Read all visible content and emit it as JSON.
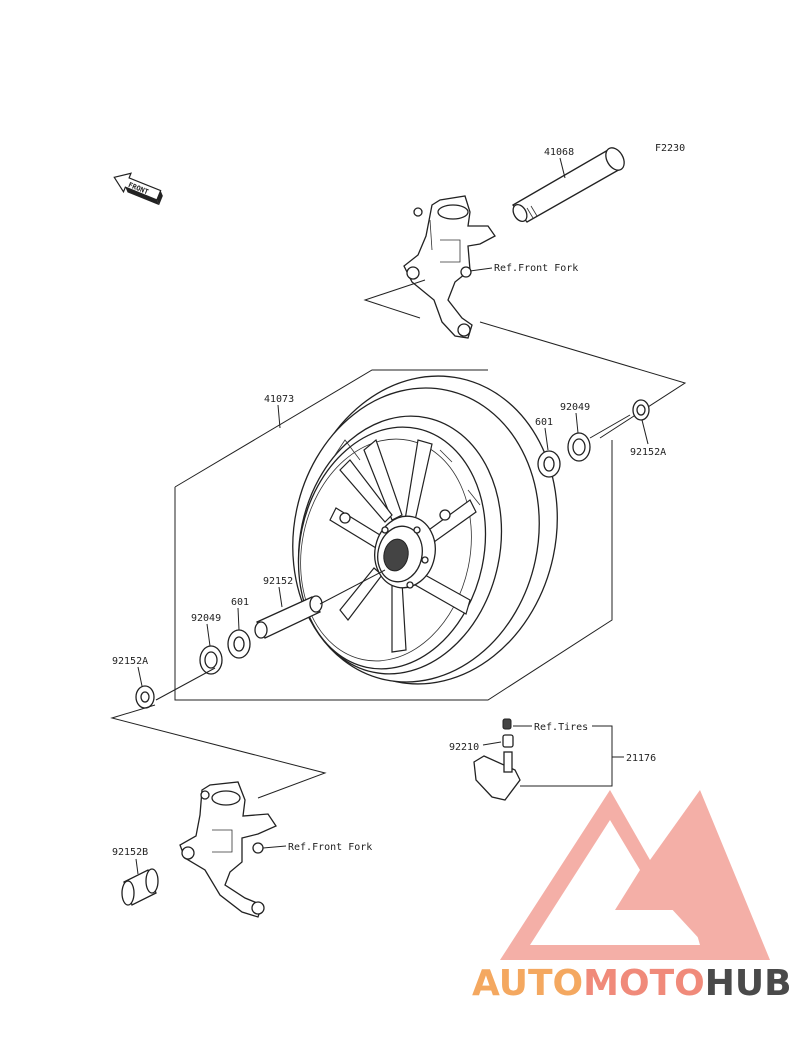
{
  "diagram": {
    "code": "F2230",
    "direction_arrow_text": "FRONT",
    "callouts": {
      "axle": "41068",
      "fork_top_ref": "Ref.Front Fork",
      "wheel": "41073",
      "bearing_right": "601",
      "seal_right": "92049",
      "collar_right": "92152A",
      "spacer": "92152",
      "bearing_left": "601",
      "seal_left": "92049",
      "collar_left": "92152A",
      "tires_ref": "Ref.Tires",
      "valve_core": "92210",
      "valve_assembly": "21176",
      "fork_bottom_ref": "Ref.Front Fork",
      "collar_bottom": "92152B"
    }
  },
  "watermark": {
    "part1": "AUTO",
    "part2": "MOTO",
    "part3": "HUB",
    "color_primary": "#f08a7a",
    "color_accent": "#f4a860",
    "color_dark": "#4a4a4a"
  }
}
